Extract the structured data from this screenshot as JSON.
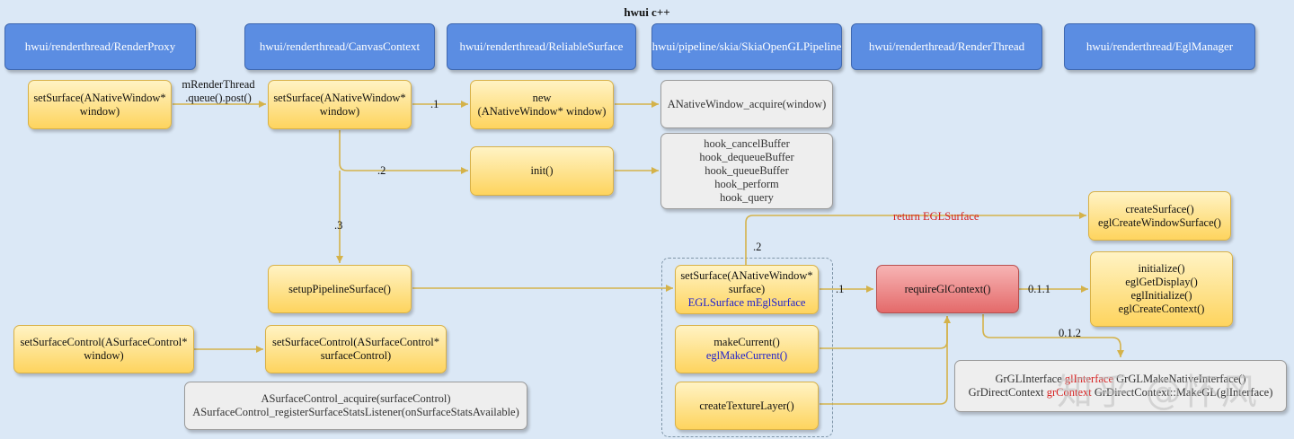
{
  "title": "hwui c++",
  "headers": [
    "hwui/renderthread/RenderProxy",
    "hwui/renderthread/CanvasContext",
    "hwui/renderthread/ReliableSurface",
    "hwui/pipeline/skia/SkiaOpenGLPipeline",
    "hwui/renderthread/RenderThread",
    "hwui/renderthread/EglManager"
  ],
  "nodes": {
    "proxy_set_surface": [
      "setSurface(ANativeWindow*",
      "window)"
    ],
    "ctx_set_surface": [
      "setSurface(ANativeWindow*",
      "window)"
    ],
    "reliable_new": [
      "new",
      "(ANativeWindow* window)"
    ],
    "acquire": "ANativeWindow_acquire(window)",
    "init": "init()",
    "hooks": [
      "hook_cancelBuffer",
      "hook_dequeueBuffer",
      "hook_queueBuffer",
      "hook_perform",
      "hook_query"
    ],
    "setup_pipeline": "setupPipelineSurface()",
    "pipeline_set_surface": [
      "setSurface(ANativeWindow*",
      "surface)",
      "EGLSurface mEglSurface"
    ],
    "make_current": [
      "makeCurrent()",
      "eglMakeCurrent()"
    ],
    "create_texture": "createTextureLayer()",
    "require_gl": "requireGlContext()",
    "create_surface": [
      "createSurface()",
      "eglCreateWindowSurface()"
    ],
    "initialize": [
      "initialize()",
      "eglGetDisplay()",
      "eglInitialize()",
      "eglCreateContext()"
    ],
    "proxy_set_surface_control": [
      "setSurfaceControl(ASurfaceControl*",
      "window)"
    ],
    "ctx_set_surface_control": [
      "setSurfaceControl(ASurfaceControl*",
      "surfaceControl)"
    ],
    "surface_control_acquire": [
      "ASurfaceControl_acquire(surfaceControl)",
      "ASurfaceControl_registerSurfaceStatsListener(onSurfaceStatsAvailable)"
    ],
    "gr_context": {
      "line1_a": "GrGLInterface ",
      "line1_b": "glInterface",
      "line1_c": " GrGLMakeNativeInterface()",
      "line2_a": "GrDirectContext ",
      "line2_b": "grContext",
      "line2_c": " GrDirectContext::MakeGL(glInterface)"
    }
  },
  "edge_labels": {
    "post": [
      "mRenderThread",
      ".queue().post()"
    ],
    "step1": ".1",
    "step2": ".2",
    "step3": ".3",
    "pipe_step1": ".1",
    "pipe_step2": ".2",
    "return_surface": "return EGLSurface",
    "s011": "0.1.1",
    "s012": "0.1.2"
  },
  "watermark": "知乎 @怀风",
  "colors": {
    "header": "#5b8de2",
    "node_yellow": "#fed45e",
    "node_gray": "#eeeeee",
    "node_red": "#e46a6a",
    "edge": "#d4b24a",
    "text_blue": "#2222cc",
    "text_red": "#d62020",
    "background": "#dbe8f6"
  }
}
